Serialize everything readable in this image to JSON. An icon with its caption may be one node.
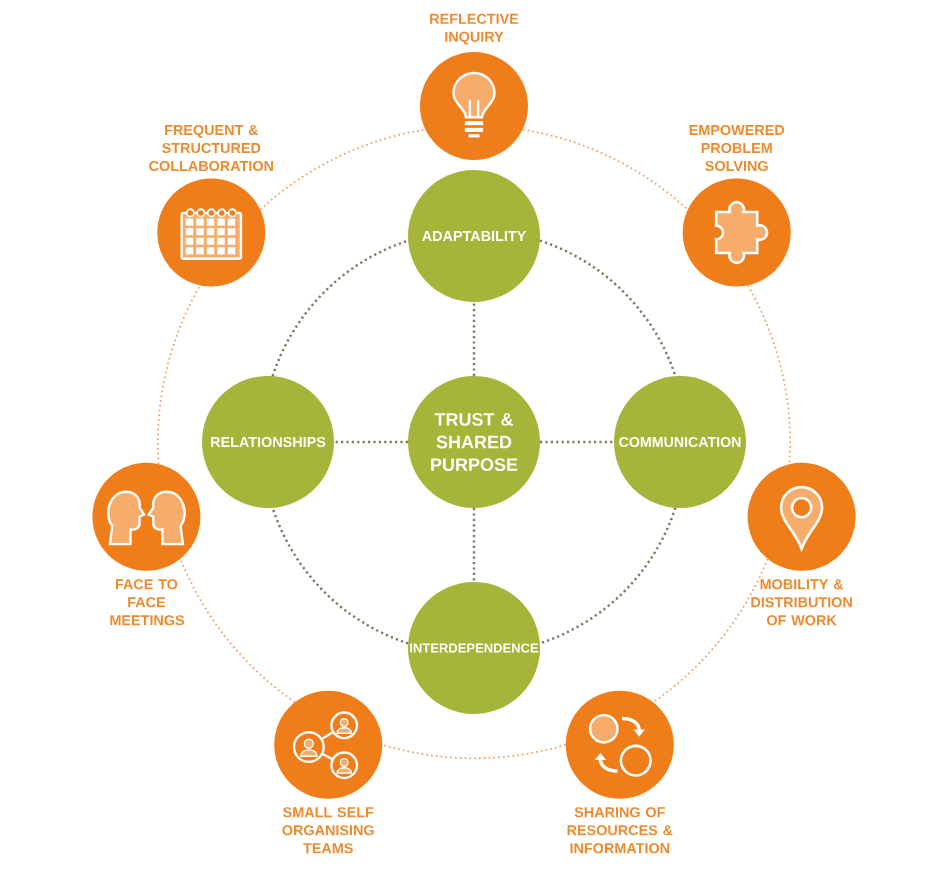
{
  "diagram": {
    "nodes": [
      {
        "text": [
          "REFLECTIVE INQUIRY"
        ]
      },
      {
        "text": [
          "FREQUENT & STRUCTURED COLLABORATION"
        ]
      },
      {
        "text": [
          "EMPOWERED PROBLEM SOLVING"
        ]
      },
      {
        "text": [
          "ADAPTABILITY"
        ]
      },
      {
        "text": [
          "RELATIONSHIPS"
        ]
      },
      {
        "text": [
          "TRUST & SHARED PURPOSE"
        ]
      },
      {
        "text": [
          "COMMUNICATION"
        ]
      },
      {
        "text": [
          "FACE TO FACE MEETINGS"
        ]
      },
      {
        "text": [
          "MOBILITY & DISTRIBUTION OF WORK"
        ]
      },
      {
        "text": [
          "INTERDEPENDENCE"
        ]
      },
      {
        "text": [
          "SMALL SELF ORGANISING TEAMS"
        ]
      },
      {
        "text": [
          "SHARING OF RESOURCES & INFORMATION"
        ]
      }
    ],
    "edges": [
      {
        "from": 5,
        "to": 3,
        "arrow": "none"
      },
      {
        "from": 5,
        "to": 4,
        "arrow": "none"
      },
      {
        "from": 5,
        "to": 6,
        "arrow": "none"
      },
      {
        "from": 5,
        "to": 9,
        "arrow": "none"
      },
      {
        "from": 3,
        "to": 6,
        "arrow": "none"
      },
      {
        "from": 6,
        "to": 9,
        "arrow": "none"
      },
      {
        "from": 9,
        "to": 4,
        "arrow": "none"
      },
      {
        "from": 4,
        "to": 3,
        "arrow": "none"
      },
      {
        "from": 0,
        "to": 2,
        "arrow": "none",
        "color": "#f2a66a"
      },
      {
        "from": 2,
        "to": 8,
        "arrow": "none",
        "color": "#f2a66a"
      },
      {
        "from": 8,
        "to": 11,
        "arrow": "none",
        "color": "#f2a66a"
      },
      {
        "from": 11,
        "to": 10,
        "arrow": "none",
        "color": "#f2a66a"
      },
      {
        "from": 10,
        "to": 7,
        "arrow": "none",
        "color": "#f2a66a"
      },
      {
        "from": 7,
        "to": 1,
        "arrow": "none",
        "color": "#f2a66a"
      },
      {
        "from": 1,
        "to": 0,
        "arrow": "none",
        "color": "#f2a66a"
      }
    ]
  }
}
